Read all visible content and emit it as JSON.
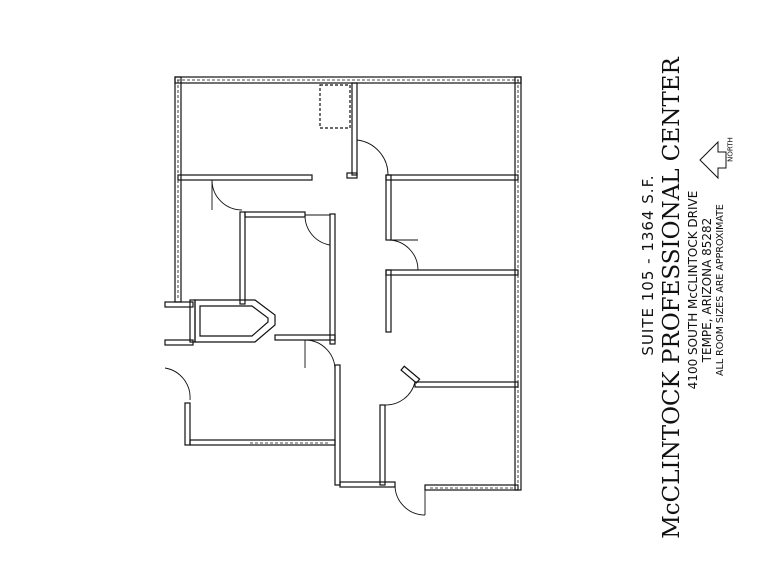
{
  "plan": {
    "suite": "SUITE 105 - 1364 S.F.",
    "title": "McCLINTOCK PROFESSIONAL CENTER",
    "address": "4100 SOUTH McCLINTOCK DRIVE",
    "city": "TEMPE, ARIZONA 85282",
    "note": "ALL ROOM SIZES ARE APPROXIMATE",
    "north_label": "NORTH"
  }
}
